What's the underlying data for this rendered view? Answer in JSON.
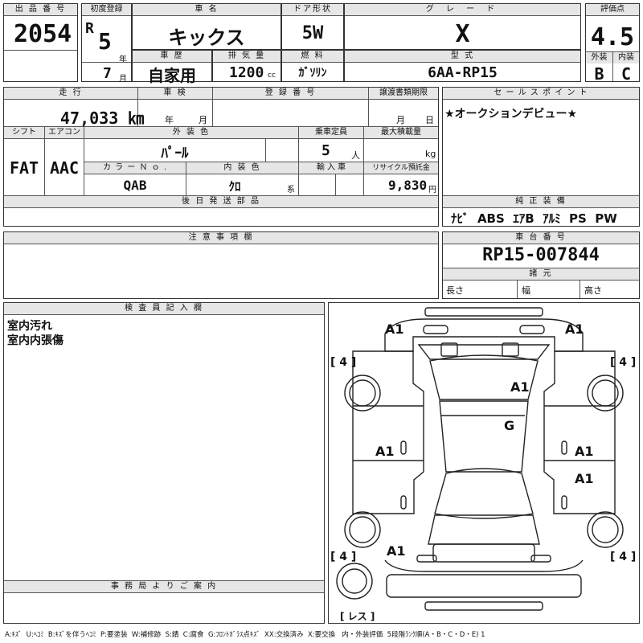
{
  "lot": {
    "label": "出 品 番 号",
    "value": "2054"
  },
  "first_reg": {
    "label": "初度登録",
    "era": "R",
    "year": "5",
    "year_unit": "年",
    "month": "7",
    "month_unit": "月"
  },
  "car_name": {
    "label": "車 名",
    "value": "キックス"
  },
  "door": {
    "label": "ドア形状",
    "value": "5W"
  },
  "grade": {
    "label": "グ レ ー ド",
    "value": "X"
  },
  "score": {
    "label": "評価点",
    "value": "4.5",
    "exterior_label": "外装",
    "exterior": "B",
    "interior_label": "内装",
    "interior": "C"
  },
  "history": {
    "label": "車 歴",
    "value": "自家用"
  },
  "displacement": {
    "label": "排 気 量",
    "value": "1200",
    "unit": "cc"
  },
  "fuel": {
    "label": "燃 料",
    "value": "ｶﾞｿﾘﾝ"
  },
  "model": {
    "label": "型 式",
    "value": "6AA-RP15"
  },
  "mileage": {
    "label": "走 行",
    "value": "47,033 ㎞"
  },
  "inspection": {
    "label": "車 検",
    "year_unit": "年",
    "month_unit": "月"
  },
  "registration": {
    "label": "登 録 番 号"
  },
  "transfer": {
    "label": "譲渡書類期限",
    "month_unit": "月",
    "day_unit": "日"
  },
  "sales": {
    "label": "セ ー ル ス ポ イ ン ト",
    "text": "★オークションデビュー★"
  },
  "shift": {
    "label": "シフト",
    "value": "FAT"
  },
  "aircon": {
    "label": "エアコン",
    "value": "AAC"
  },
  "ext_color": {
    "label": "外 装 色",
    "value": "ﾊﾟｰﾙ"
  },
  "capacity": {
    "label": "乗車定員",
    "value": "5",
    "unit": "人"
  },
  "load": {
    "label": "最大積載量",
    "unit": "kg"
  },
  "color_no": {
    "label": "カ ラ ー Ｎ ｏ .",
    "value": "QAB"
  },
  "int_color": {
    "label": "内 装 色",
    "value": "ｸﾛ",
    "unit": "系"
  },
  "import": {
    "label": "輸 入 車"
  },
  "recycle": {
    "label": "リサイクル預託金",
    "value": "9,830",
    "unit": "円"
  },
  "later_parts": {
    "label": "後 日 発 送 部 品"
  },
  "equipment": {
    "label": "純 正 装 備",
    "value": "ﾅﾋﾞ  ABS  ｴｱB  ｱﾙﾐ  PS  PW"
  },
  "notes": {
    "label": "注 意 事 項 欄"
  },
  "chassis": {
    "label": "車 台 番 号",
    "value": "RP15-007844",
    "spec_label": "諸 元",
    "length": "長さ",
    "width": "幅",
    "height": "高さ"
  },
  "inspector": {
    "label": "検 査 員 記 入 欄",
    "lines": [
      "室内汚れ",
      "室内内張傷"
    ]
  },
  "office": {
    "label": "事 務 局 よ り ご 案 内"
  },
  "diagram": {
    "marks": [
      "A1",
      "A1",
      "A1",
      "G",
      "A1",
      "A1",
      "A1",
      "A1"
    ],
    "tires": [
      "[ 4 ]",
      "[ 4 ]",
      "[ 4 ]",
      "[ 4 ]"
    ],
    "spare": "[ レス ]"
  },
  "legend": "A:ｷｽﾞ  U:ﾍｺﾐ  B:ｷｽﾞを伴うﾍｺﾐ  P:要塗装  W:補修跡  S:錆  C:腐食  G:ﾌﾛﾝﾄｶﾞﾗｽ点ｷｽﾞ  XX:交換済み  X:要交換   内・外装評価  5段階ﾗﾝｸ順(A・B・C・D・E) 1"
}
